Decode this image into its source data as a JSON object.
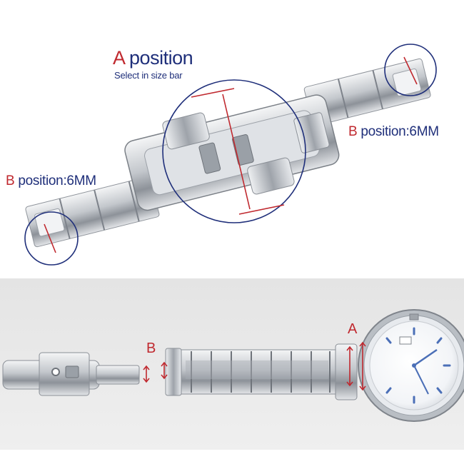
{
  "labels": {
    "a_position": {
      "letter": "A",
      "text": " position",
      "subtitle": "Select in size bar"
    },
    "b_position_right": {
      "letter": "B",
      "text": " position:6MM"
    },
    "b_position_left": {
      "letter": "B",
      "text": " position:6MM"
    },
    "marker_b": "B",
    "marker_a": "A"
  },
  "colors": {
    "accent_red": "#c0292f",
    "accent_blue": "#1f2f7a",
    "steel": "#c9cdd2",
    "bottom_panel": "#e9e9e9"
  }
}
